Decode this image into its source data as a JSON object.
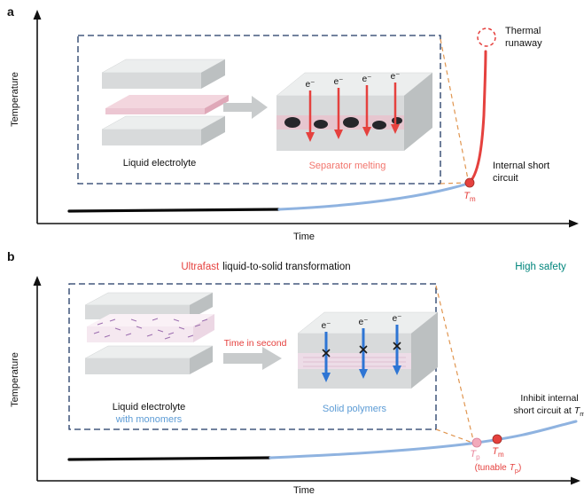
{
  "colors": {
    "red": "#e5413e",
    "salmon": "#f2756d",
    "blue_line": "#8fb3e0",
    "teal": "#00857c",
    "navy": "#1f3864",
    "orange": "#e0954f",
    "pink_dot": "#f2aabb",
    "pink_text": "#e8849b",
    "blue_text": "#5b9bd5",
    "arrow_blue": "#2e75d4"
  },
  "panel_a": {
    "label": "a",
    "y_axis_label": "Temperature",
    "x_axis_label": "Time",
    "inset": {
      "left_caption": "Liquid electrolyte",
      "right_caption": "Separator melting",
      "electron": "e⁻"
    },
    "thermal_runaway_line1": "Thermal",
    "thermal_runaway_line2": "runaway",
    "short_circuit_line1": "Internal short",
    "short_circuit_line2": "circuit",
    "tm_symbol": "T",
    "tm_sub": "m"
  },
  "panel_b": {
    "label": "b",
    "title_highlight": "Ultrafast",
    "title_rest": "liquid-to-solid transformation",
    "high_safety": "High safety",
    "y_axis_label": "Temperature",
    "x_axis_label": "Time",
    "inset": {
      "left_caption_line1": "Liquid electrolyte",
      "left_caption_line2": "with monomers",
      "transition_label": "Time in second",
      "right_caption": "Solid polymers",
      "electron": "e⁻"
    },
    "inhibit_line1": "Inhibit internal",
    "inhibit_line2_prefix": "short circuit at",
    "tp_symbol": "T",
    "tp_sub": "p",
    "tm_symbol": "T",
    "tm_sub": "m",
    "tunable_prefix": "(tunable",
    "tunable_suffix": ")"
  }
}
